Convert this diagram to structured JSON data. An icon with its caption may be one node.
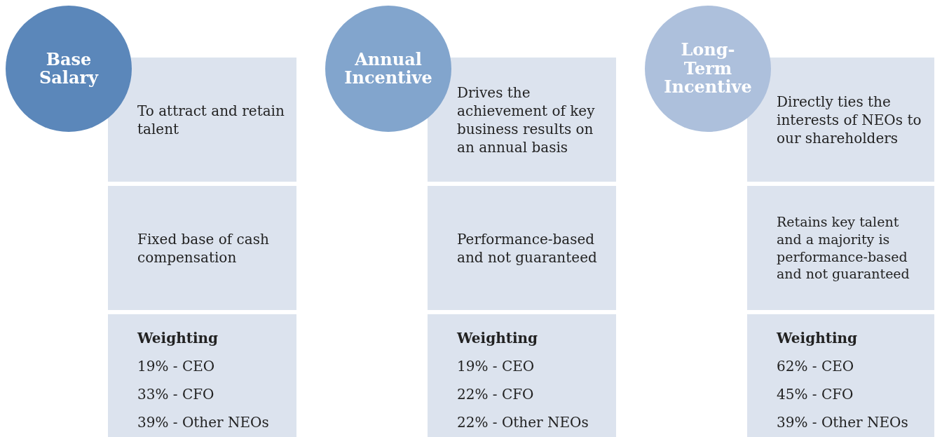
{
  "diagram": {
    "nodes": [
      {
        "text": [
          "Base Salary"
        ]
      },
      {
        "text": [
          "To attract and retain talent"
        ]
      },
      {
        "text": [
          "Fixed base of cash compensation"
        ]
      },
      {
        "text": [
          "Weighting",
          "19% - CEO",
          "33% - CFO",
          "39% - Other NEOs"
        ]
      },
      {
        "text": [
          "Annual Incentive"
        ]
      },
      {
        "text": [
          "Drives the achievement of key business results on an annual basis"
        ]
      },
      {
        "text": [
          "Performance-based and not guaranteed"
        ]
      },
      {
        "text": [
          "Weighting",
          "19% - CEO",
          "22% - CFO",
          "22% - Other NEOs"
        ]
      },
      {
        "text": [
          "Long-Term Incentive"
        ]
      },
      {
        "text": [
          "Directly ties the interests of NEOs to our shareholders"
        ]
      },
      {
        "text": [
          "Retains key talent and a majority is performance-based and not guaranteed"
        ]
      },
      {
        "text": [
          "Weighting",
          "62% - CEO",
          "45% - CFO",
          "39% - Other NEOs"
        ]
      }
    ]
  }
}
